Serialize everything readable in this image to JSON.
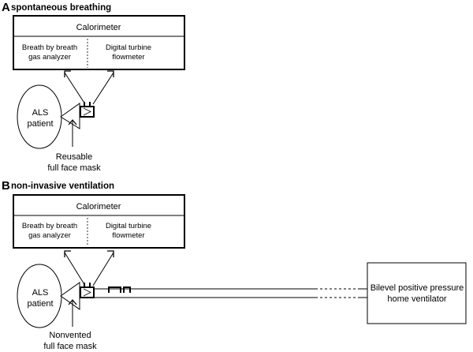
{
  "panel_a": {
    "letter": "A",
    "title": "spontaneous breathing",
    "calorimeter": "Calorimeter",
    "left_module": [
      "Breath by breath",
      "gas analyzer"
    ],
    "right_module": [
      "Digital turbine",
      "flowmeter"
    ],
    "patient": [
      "ALS",
      "patient"
    ],
    "mask_label": [
      "Reusable",
      "full face mask"
    ]
  },
  "panel_b": {
    "letter": "B",
    "title": "non-invasive ventilation",
    "calorimeter": "Calorimeter",
    "left_module": [
      "Breath by breath",
      "gas analyzer"
    ],
    "right_module": [
      "Digital turbine",
      "flowmeter"
    ],
    "patient": [
      "ALS",
      "patient"
    ],
    "mask_label": [
      "Nonvented",
      "full face mask"
    ],
    "ventilator": [
      "Bilevel positive pressure",
      "home ventilator"
    ]
  }
}
